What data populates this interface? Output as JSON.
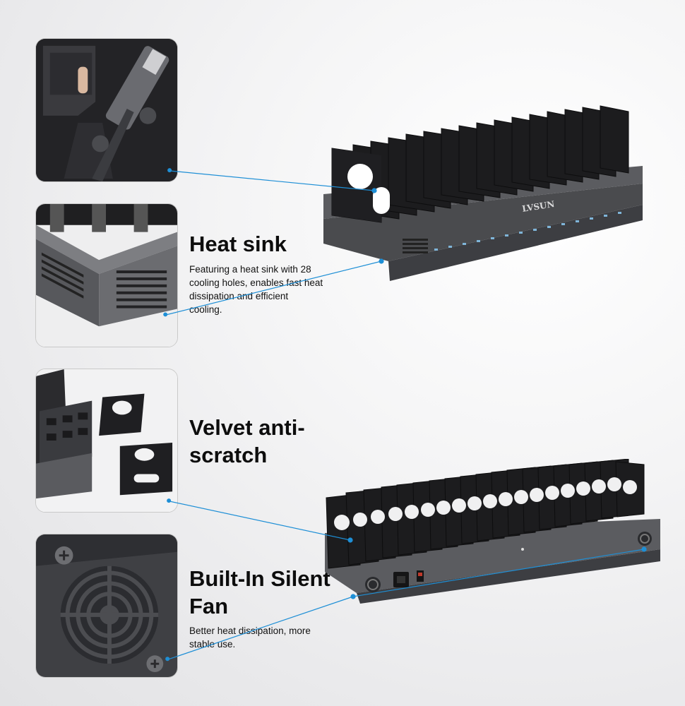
{
  "features": [
    {
      "title": "Heat sink",
      "description": "Featuring a heat sink with 28 cooling holes, enables fast heat dissipation and efficient cooling."
    },
    {
      "title": "Velvet anti-scratch",
      "description": ""
    },
    {
      "title": "Built-In Silent Fan",
      "description": "Better heat dissipation, more stable use."
    }
  ],
  "brand": "LVSUN",
  "colors": {
    "callout_line": "#1e8fd6",
    "device_body": "#4a4b4e",
    "divider": "#1c1c1e"
  }
}
